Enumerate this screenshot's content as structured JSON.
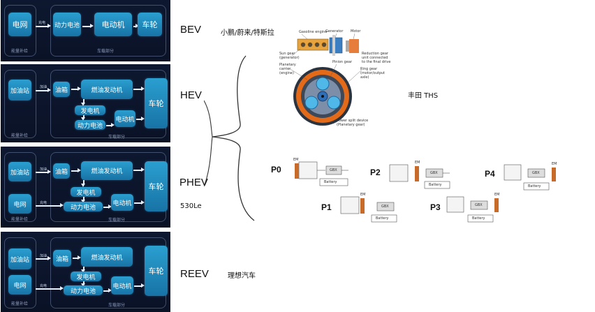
{
  "panels": {
    "bev": {
      "power_grid": "电网",
      "charge_label": "充电",
      "battery": "动力电池",
      "motor": "电动机",
      "wheel": "车轮",
      "energy_caption": "能量补给",
      "onboard_caption": "车载部分"
    },
    "hev": {
      "gas_station": "加油站",
      "refuel_label": "加油",
      "fuel_tank": "油箱",
      "engine": "燃油发动机",
      "generator": "发电机",
      "battery": "动力电池",
      "motor": "电动机",
      "wheel": "车轮",
      "energy_caption": "能量补给",
      "onboard_caption": "车载部分"
    },
    "phev": {
      "gas_station": "加油站",
      "refuel_label": "加油",
      "power_grid": "电网",
      "charge_label": "充电",
      "fuel_tank": "油箱",
      "engine": "燃油发动机",
      "generator": "发电机",
      "battery": "动力电池",
      "motor": "电动机",
      "wheel": "车轮",
      "energy_caption": "能量补给",
      "onboard_caption": "车载部分"
    },
    "reev": {
      "gas_station": "加油站",
      "refuel_label": "加油",
      "power_grid": "电网",
      "charge_label": "充电",
      "fuel_tank": "油箱",
      "engine": "燃油发动机",
      "generator": "发电机",
      "battery": "动力电池",
      "motor": "电动机",
      "wheel": "车轮",
      "energy_caption": "能量补给",
      "onboard_caption": "车载部分"
    }
  },
  "labels": {
    "bev": "BEV",
    "bev_brands": "小鹏/蔚来/特斯拉",
    "hev": "HEV",
    "toyota": "丰田 THS",
    "phev": "PHEV",
    "phev_model": "530Le",
    "reev": "REEV",
    "reev_brand": "理想汽车"
  },
  "ths_diagram": {
    "gasoline_engine": "Gasoline engine",
    "generator": "Generator",
    "motor": "Motor",
    "sun_gear": "Sun gear (generator)",
    "reduction_gear": "Reduction gear unit connected to the final drive",
    "planetary_carrier": "Planetary carrier (engine)",
    "pinion_gear": "Pinion gear",
    "ring_gear": "Ring gear (motor/output axle)",
    "power_split": "Power split device (Planetary gear)"
  },
  "p_positions": {
    "p0": "P0",
    "p1": "P1",
    "p2": "P2",
    "p3": "P3",
    "p4": "P4",
    "em": "EM",
    "gbx": "GBX",
    "battery": "Battery"
  }
}
